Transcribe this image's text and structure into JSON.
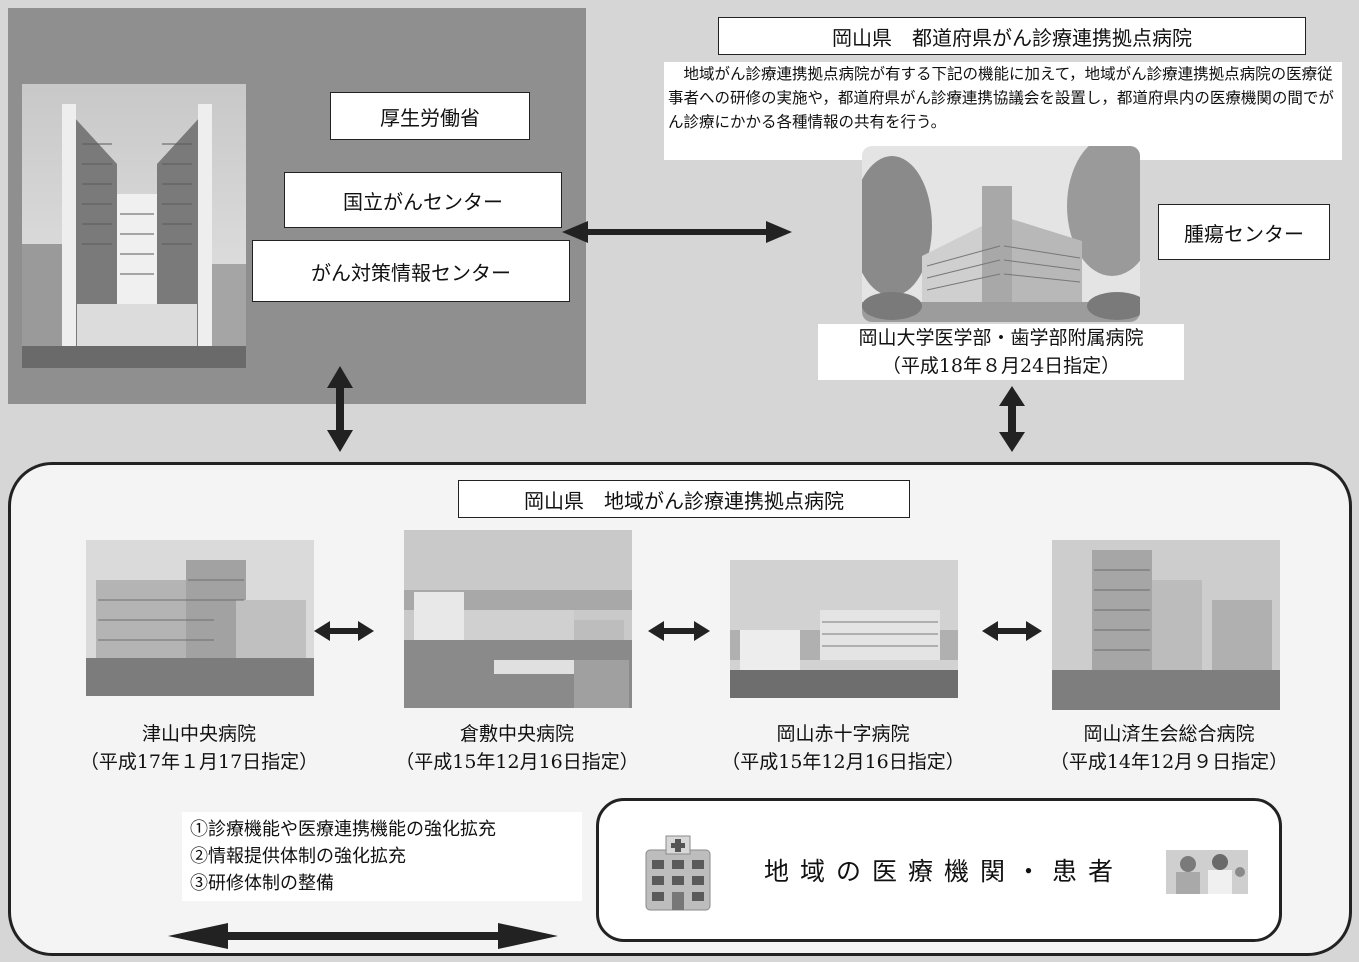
{
  "mhlw": {
    "ministry": "厚生労働省",
    "ncc": "国立がんセンター",
    "cis": "がん対策情報センター"
  },
  "prefectural": {
    "title": "岡山県　都道府県がん診療連携拠点病院",
    "description": "　地域がん診療連携拠点病院が有する下記の機能に加えて，地域がん診療連携拠点病院の医療従事者への研修の実施や，都道府県がん診療連携協議会を設置し，都道府県内の医療機関の間でがん診療にかかる各種情報の共有を行う。",
    "tumor_center": "腫瘍センター",
    "hospital_name": "岡山大学医学部・歯学部附属病院",
    "hospital_date": "（平成18年８月24日指定）"
  },
  "regional": {
    "title": "岡山県　地域がん診療連携拠点病院",
    "hospitals": [
      {
        "name": "津山中央病院",
        "date": "（平成17年１月17日指定）"
      },
      {
        "name": "倉敷中央病院",
        "date": "（平成15年12月16日指定）"
      },
      {
        "name": "岡山赤十字病院",
        "date": "（平成15年12月16日指定）"
      },
      {
        "name": "岡山済生会総合病院",
        "date": "（平成14年12月９日指定）"
      }
    ],
    "functions": [
      "①診療機能や医療連携機能の強化拡充",
      "②情報提供体制の強化拡充",
      "③研修体制の整備"
    ],
    "local": "地域の医療機関・患者"
  },
  "icons": [
    "hospital-icon",
    "doctor-patient-icon"
  ],
  "colors": {
    "background": "#d6d6d6",
    "mhlw_panel": "#8f8f8f",
    "border": "#222222"
  }
}
